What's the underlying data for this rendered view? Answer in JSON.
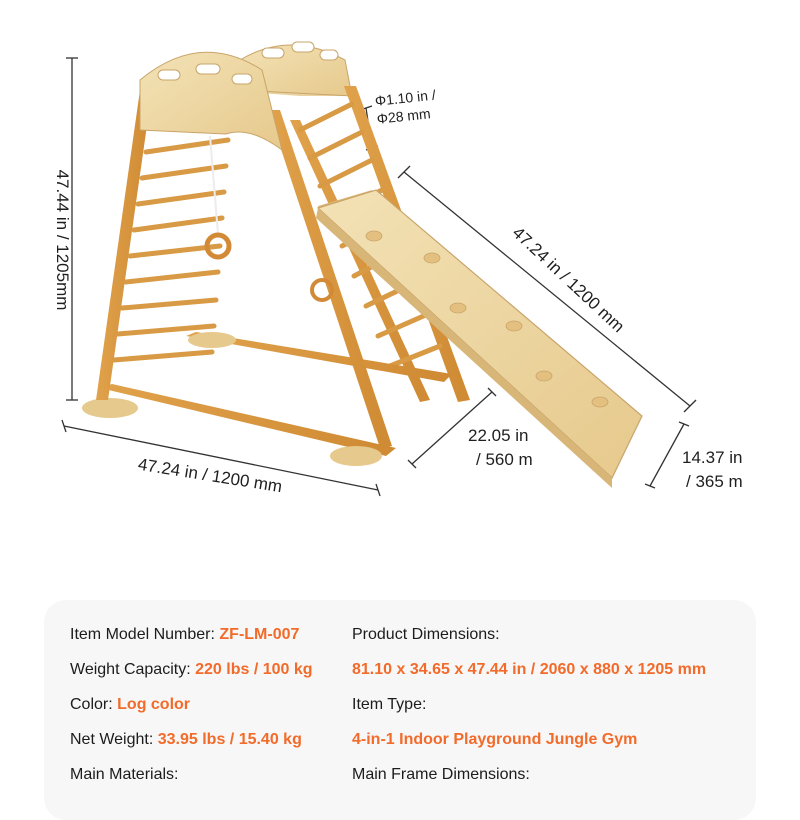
{
  "dimensions": {
    "height": "47.44 in / 1205mm",
    "slide_length": "47.24 in / 1200 mm",
    "base_width": "47.24 in / 1200 mm",
    "depth_line1": "22.05 in",
    "depth_line2": "/ 560 m",
    "slide_width_line1": "14.37 in",
    "slide_width_line2": "/ 365 m",
    "rung_line1": "Φ1.10 in /",
    "rung_line2": "Φ28 mm"
  },
  "specs": {
    "model_label": "Item Model Number:",
    "model_value": "ZF-LM-007",
    "capacity_label": "Weight Capacity:",
    "capacity_value": "220 lbs / 100 kg",
    "color_label": "Color:",
    "color_value": "Log color",
    "net_weight_label": "Net Weight:",
    "net_weight_value": "33.95 lbs / 15.40 kg",
    "materials_label": "Main Materials:",
    "product_dim_label": "Product Dimensions:",
    "product_dim_value": "81.10 x 34.65 x 47.44 in / 2060 x 880 x 1205 mm",
    "item_type_label": "Item Type:",
    "item_type_value": "4-in-1 Indoor Playground Jungle Gym",
    "frame_dim_label": "Main Frame Dimensions:"
  },
  "colors": {
    "accent": "#f26b2a",
    "wood_light": "#efd9a8",
    "wood_dark": "#d9963f",
    "card_bg": "#f7f7f7"
  }
}
